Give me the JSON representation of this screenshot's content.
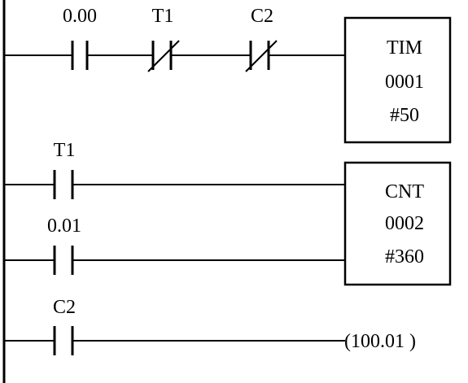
{
  "rungs": [
    {
      "contacts": [
        {
          "label": "0.00",
          "type": "normally-open"
        },
        {
          "label": "T1",
          "type": "normally-closed"
        },
        {
          "label": "C2",
          "type": "normally-closed"
        }
      ],
      "output": {
        "kind": "box",
        "lines": [
          "TIM",
          "0001",
          "#50"
        ]
      }
    },
    {
      "contacts": [
        {
          "label": "T1",
          "type": "normally-open"
        }
      ],
      "output": {
        "kind": "box",
        "lines": [
          "CNT",
          "0002",
          "#360"
        ]
      }
    },
    {
      "contacts": [
        {
          "label": "0.01",
          "type": "normally-open"
        }
      ],
      "output": {
        "kind": "shared-with-previous-box"
      }
    },
    {
      "contacts": [
        {
          "label": "C2",
          "type": "normally-open"
        }
      ],
      "output": {
        "kind": "coil",
        "label": "(100.01 )"
      }
    }
  ]
}
